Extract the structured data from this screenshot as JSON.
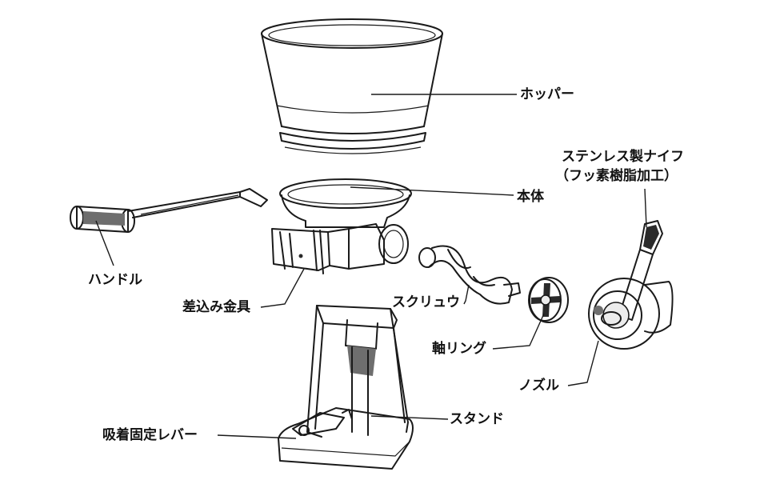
{
  "labels": {
    "hopper": "ホッパー",
    "body": "本体",
    "knife_line1": "ステンレス製ナイフ",
    "knife_line2": "（フッ素樹脂加工）",
    "handle": "ハンドル",
    "insert_fitting": "差込み金具",
    "screw": "スクリュウ",
    "shaft_ring": "軸リング",
    "nozzle": "ノズル",
    "stand": "スタンド",
    "suction_lever": "吸着固定レバー"
  }
}
